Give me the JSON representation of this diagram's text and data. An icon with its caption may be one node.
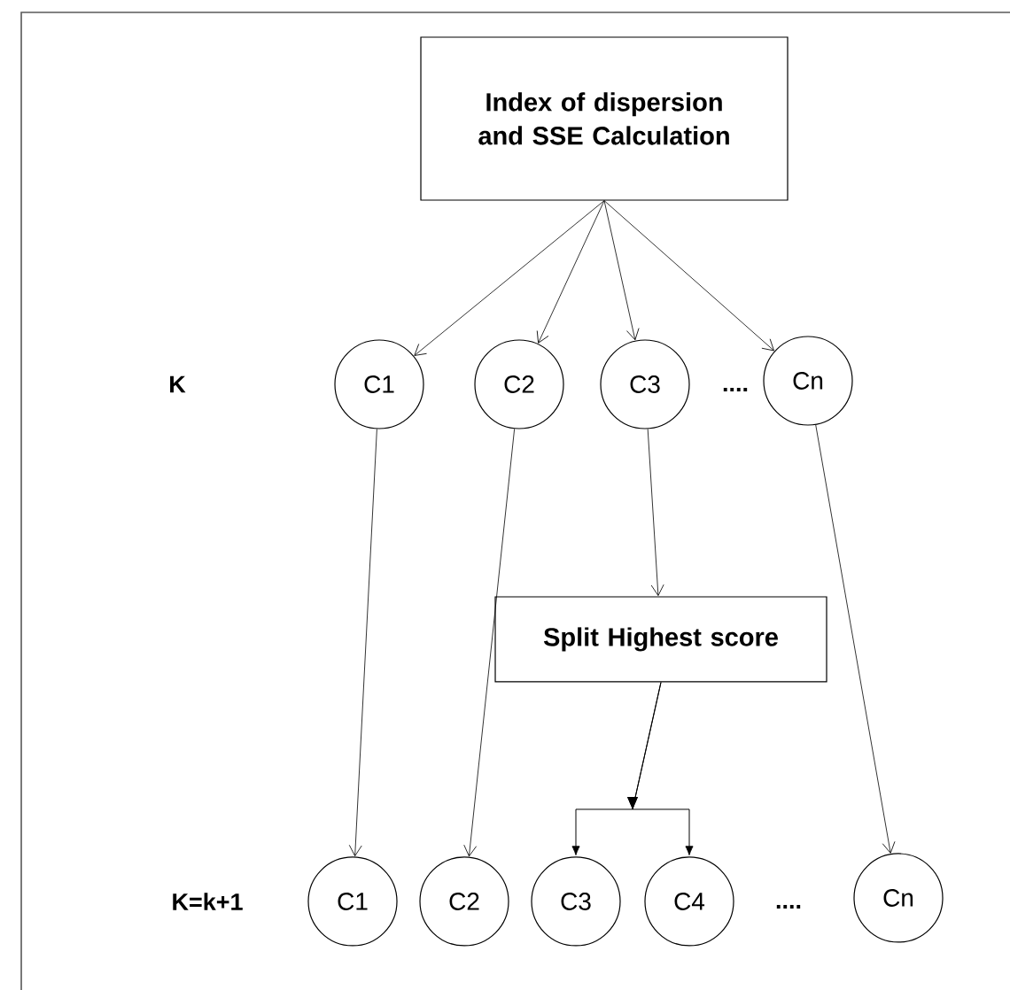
{
  "diagram": {
    "nodes": [
      {
        "text": [
          "Index of dispersion and SSE Calculation"
        ]
      },
      {
        "text": [
          "C1"
        ]
      },
      {
        "text": [
          "C2"
        ]
      },
      {
        "text": [
          "C3"
        ]
      },
      {
        "text": [
          "Cn"
        ]
      },
      {
        "text": [
          "Split Highest score"
        ]
      },
      {
        "text": [
          "C1"
        ]
      },
      {
        "text": [
          "C2"
        ]
      },
      {
        "text": [
          "C3"
        ]
      },
      {
        "text": [
          "C4"
        ]
      },
      {
        "text": [
          "Cn"
        ]
      }
    ],
    "edges": [
      {
        "from": 0,
        "to": 1,
        "arrow": "to"
      },
      {
        "from": 0,
        "to": 2,
        "arrow": "to"
      },
      {
        "from": 0,
        "to": 3,
        "arrow": "to"
      },
      {
        "from": 0,
        "to": 4,
        "arrow": "to"
      },
      {
        "from": 1,
        "to": 6,
        "arrow": "to"
      },
      {
        "from": 2,
        "to": 7,
        "arrow": "to"
      },
      {
        "from": 3,
        "to": 5,
        "arrow": "to"
      },
      {
        "from": 4,
        "to": 10,
        "arrow": "to"
      },
      {
        "from": 5,
        "to": 8,
        "arrow": "to"
      },
      {
        "from": 5,
        "to": 9,
        "arrow": "to"
      }
    ],
    "labels": [
      "K",
      "....",
      "K=k+1",
      "...."
    ]
  }
}
